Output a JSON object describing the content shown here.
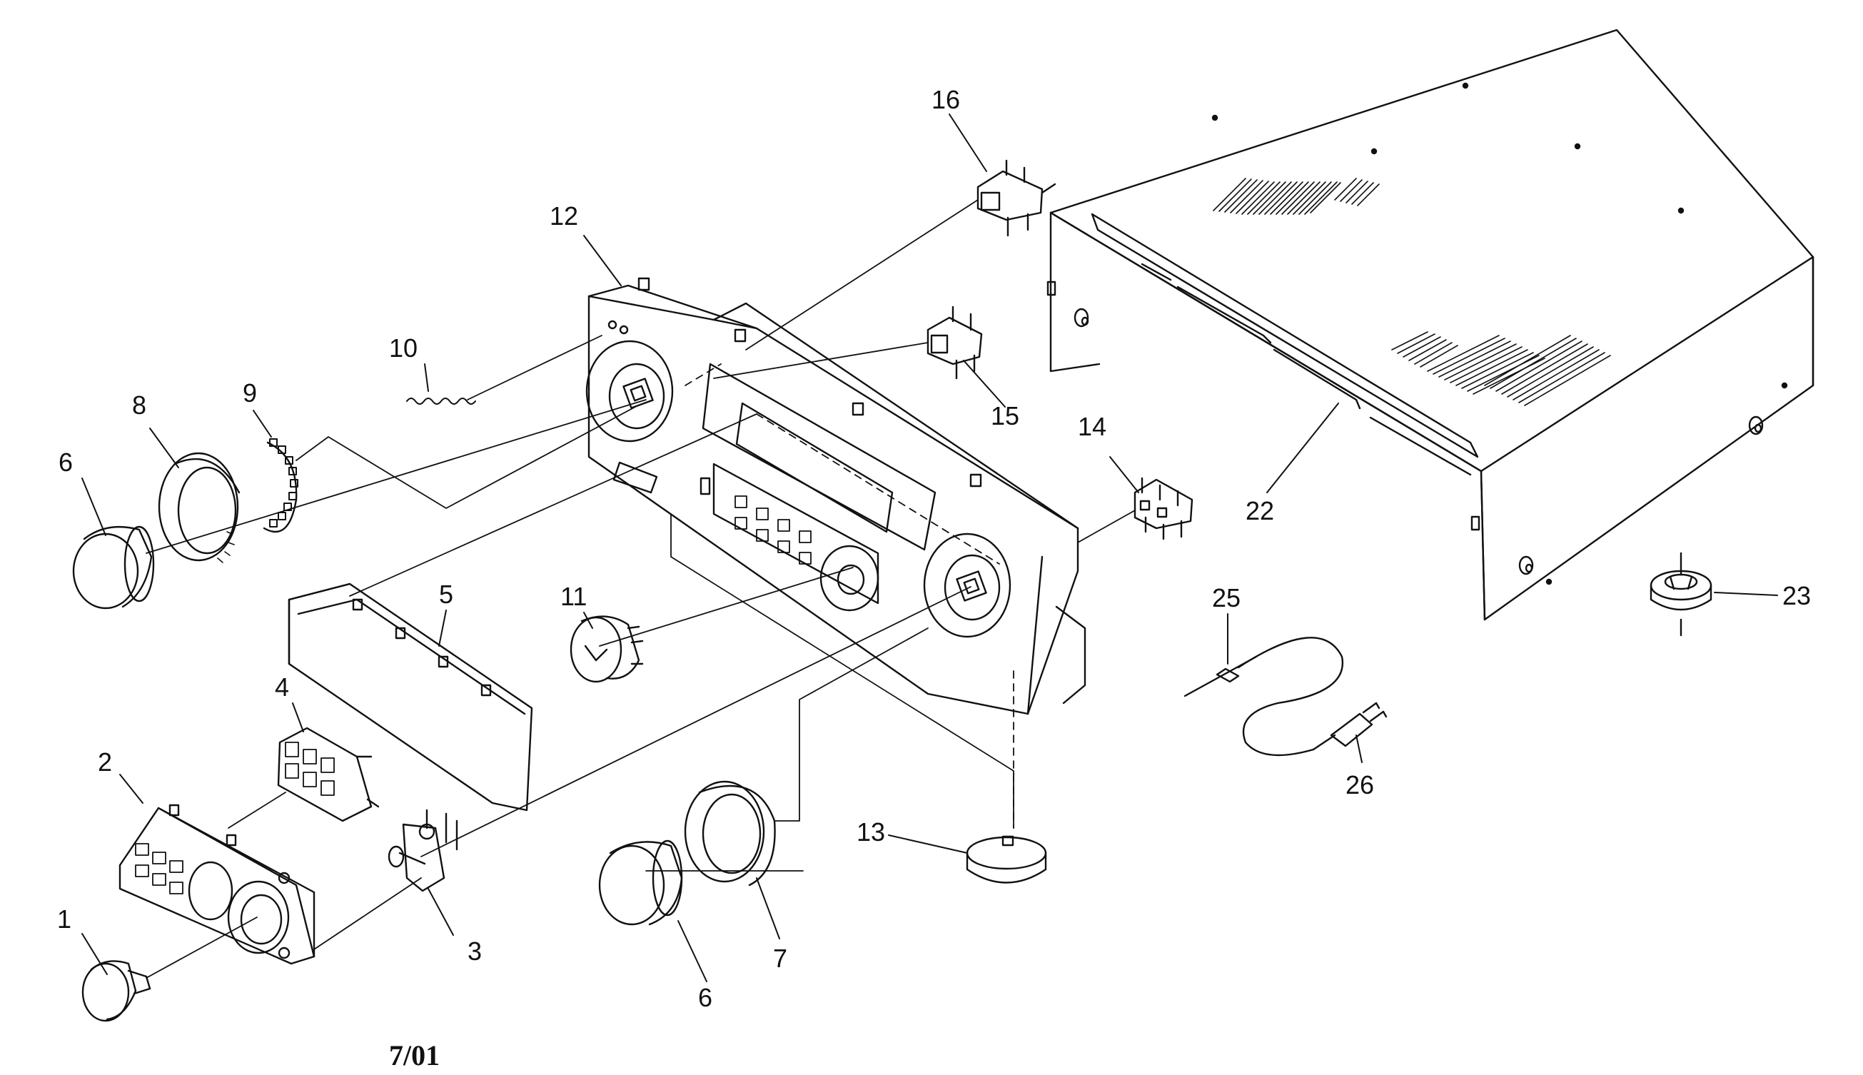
{
  "figure": {
    "callouts": [
      {
        "id": "1",
        "text": "1"
      },
      {
        "id": "2",
        "text": "2"
      },
      {
        "id": "3",
        "text": "3"
      },
      {
        "id": "4",
        "text": "4"
      },
      {
        "id": "5",
        "text": "5"
      },
      {
        "id": "6a",
        "text": "6"
      },
      {
        "id": "6b",
        "text": "6"
      },
      {
        "id": "7",
        "text": "7"
      },
      {
        "id": "8",
        "text": "8"
      },
      {
        "id": "9",
        "text": "9"
      },
      {
        "id": "10",
        "text": "10"
      },
      {
        "id": "11",
        "text": "11"
      },
      {
        "id": "12",
        "text": "12"
      },
      {
        "id": "13",
        "text": "13"
      },
      {
        "id": "14",
        "text": "14"
      },
      {
        "id": "15",
        "text": "15"
      },
      {
        "id": "16",
        "text": "16"
      },
      {
        "id": "22",
        "text": "22"
      },
      {
        "id": "23",
        "text": "23"
      },
      {
        "id": "25",
        "text": "25"
      },
      {
        "id": "26",
        "text": "26"
      }
    ],
    "footer_date": "7/01",
    "ink_color": "#111111"
  }
}
